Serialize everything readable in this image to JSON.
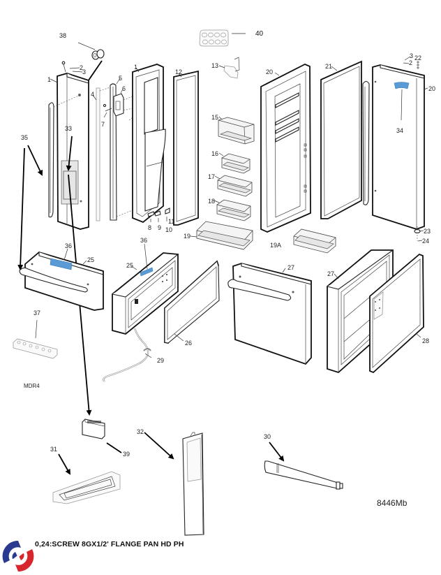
{
  "diagram": {
    "title": "Refrigerator door assembly exploded parts diagram",
    "diagram_code": "8446Mb",
    "model_label": "MDR4",
    "footer_note": "0,24:SCREW 8GX1/2' FLANGE PAN HD PH",
    "accent_colors": {
      "highlight_blue": "#5b9bd5",
      "logo_blue": "#2a3b8f",
      "logo_red": "#d7262e"
    },
    "callouts": [
      {
        "id": "1",
        "part": "Fresh food door outer (left)"
      },
      {
        "id": "1b",
        "text": "1",
        "part": "Fresh food door inner liner (left)"
      },
      {
        "id": "2",
        "part": "Hinge component"
      },
      {
        "id": "3",
        "part": "Hinge screw"
      },
      {
        "id": "4",
        "part": "Door gasket strip"
      },
      {
        "id": "5",
        "part": "Mullion / flipper bar"
      },
      {
        "id": "6",
        "part": "Flipper hinge bracket"
      },
      {
        "id": "7",
        "part": "Spring"
      },
      {
        "id": "8",
        "part": "Clip"
      },
      {
        "id": "9",
        "part": "Clip cover"
      },
      {
        "id": "10",
        "part": "Pin"
      },
      {
        "id": "11",
        "part": "Cam"
      },
      {
        "id": "12",
        "part": "Door gasket (left)"
      },
      {
        "id": "13",
        "part": "Bracket"
      },
      {
        "id": "15",
        "part": "Dairy bin"
      },
      {
        "id": "16",
        "part": "Door bin"
      },
      {
        "id": "17",
        "part": "Door bin"
      },
      {
        "id": "18",
        "part": "Door bin"
      },
      {
        "id": "19",
        "part": "Gallon door bin"
      },
      {
        "id": "19A",
        "part": "Door bin (right)"
      },
      {
        "id": "20",
        "part": "Fresh food door inner liner (right)"
      },
      {
        "id": "20b",
        "text": "20",
        "part": "Fresh food door outer (right)"
      },
      {
        "id": "21",
        "part": "Door gasket (right)"
      },
      {
        "id": "22",
        "part": "Hinge pin"
      },
      {
        "id": "23",
        "part": "Bushing"
      },
      {
        "id": "24",
        "part": "Screw"
      },
      {
        "id": "25",
        "part": "Drawer front (outer)"
      },
      {
        "id": "25b",
        "text": "25",
        "part": "Drawer front (inner)"
      },
      {
        "id": "26",
        "part": "Drawer gasket"
      },
      {
        "id": "27",
        "part": "Freezer door outer"
      },
      {
        "id": "27b",
        "text": "27",
        "part": "Freezer door inner"
      },
      {
        "id": "28",
        "part": "Freezer door gasket"
      },
      {
        "id": "29",
        "part": "Wire harness"
      },
      {
        "id": "30",
        "part": "Water tube"
      },
      {
        "id": "31",
        "part": "Drip tray"
      },
      {
        "id": "32",
        "part": "Dispenser door panel"
      },
      {
        "id": "33",
        "part": "Dispenser housing"
      },
      {
        "id": "34",
        "part": "Badge"
      },
      {
        "id": "35",
        "part": "Door handle"
      },
      {
        "id": "36",
        "part": "Control display"
      },
      {
        "id": "36b",
        "text": "36",
        "part": "Control display"
      },
      {
        "id": "37",
        "part": "Control board"
      },
      {
        "id": "38",
        "part": "Hinge bushing"
      },
      {
        "id": "39",
        "part": "Dispenser switch"
      },
      {
        "id": "40",
        "part": "Egg tray"
      }
    ]
  }
}
